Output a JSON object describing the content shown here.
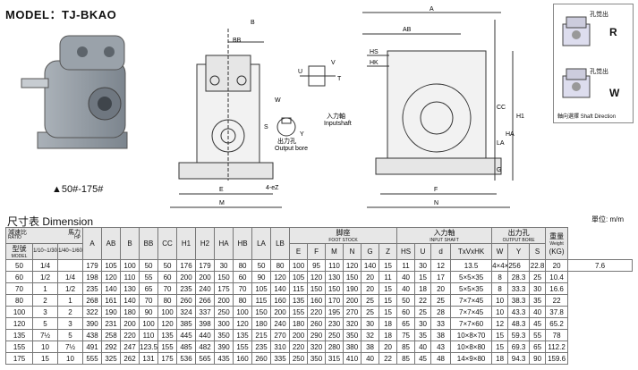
{
  "title": "MODEL：TJ-BKAO",
  "range_label": "▲50#-175#",
  "drawing_labels": {
    "A": "A",
    "AB": "AB",
    "BB": "BB",
    "B": "B",
    "E": "E",
    "M": "M",
    "eZ": "4-eZ",
    "HS": "HS",
    "HK": "HK",
    "F": "F",
    "N": "N",
    "G": "G",
    "LA": "LA",
    "HA": "HA",
    "H1": "H1",
    "CC": "CC",
    "U": "U",
    "V": "V",
    "T": "T",
    "W": "W",
    "Y": "Y",
    "S": "S",
    "input_cn": "入力軸",
    "input_en": "Inputshaft",
    "output_cn": "出力孔",
    "output_en": "Output bore"
  },
  "side_labels": {
    "output_hole_cn": "孔觉出",
    "R": "R",
    "W": "W",
    "direction_cn": "軸向選擇",
    "direction_en": "Shaft Direction"
  },
  "dimension_header": "尺寸表  Dimension",
  "unit": "單位: m/m",
  "table": {
    "ratio_cn": "減速比",
    "ratio_en": "RATIO",
    "hp_cn": "馬力",
    "hp_en": "HP",
    "model_cn": "型號",
    "model_en": "MODEL",
    "ratio_a": "1/10~1/30",
    "ratio_b": "1/40~1/60",
    "cols": [
      "A",
      "AB",
      "B",
      "BB",
      "CC",
      "H1",
      "H2",
      "HA",
      "HB",
      "LA",
      "LB"
    ],
    "foot_cn": "脚座",
    "foot_en": "FOOT STOCK",
    "foot_cols": [
      "E",
      "F",
      "M",
      "N",
      "G",
      "Z"
    ],
    "input_cn": "入力軸",
    "input_en": "INPUT SHAFT",
    "input_cols": [
      "HS",
      "U",
      "d",
      "TxVxHK"
    ],
    "output_cn": "出力孔",
    "output_en": "OUTPUT BORE",
    "output_cols": [
      "W",
      "Y",
      "S"
    ],
    "weight_cn": "重量",
    "weight_en": "Weight",
    "weight_unit": "(KG)",
    "rows": [
      [
        "50",
        "1/4",
        "",
        "179",
        "105",
        "100",
        "50",
        "50",
        "176",
        "179",
        "30",
        "80",
        "50",
        "80",
        "100",
        "95",
        "110",
        "120",
        "140",
        "15",
        "11",
        "30",
        "12",
        "13.5",
        "4×4×25",
        "6",
        "22.8",
        "20",
        "7.6"
      ],
      [
        "60",
        "1/2",
        "1/4",
        "198",
        "120",
        "110",
        "55",
        "60",
        "200",
        "200",
        "150",
        "60",
        "90",
        "120",
        "105",
        "120",
        "130",
        "150",
        "20",
        "11",
        "40",
        "15",
        "17",
        "5×5×35",
        "8",
        "28.3",
        "25",
        "10.4"
      ],
      [
        "70",
        "1",
        "1/2",
        "235",
        "140",
        "130",
        "65",
        "70",
        "235",
        "240",
        "175",
        "70",
        "105",
        "140",
        "115",
        "150",
        "150",
        "190",
        "20",
        "15",
        "40",
        "18",
        "20",
        "5×5×35",
        "8",
        "33.3",
        "30",
        "16.6"
      ],
      [
        "80",
        "2",
        "1",
        "268",
        "161",
        "140",
        "70",
        "80",
        "260",
        "266",
        "200",
        "80",
        "115",
        "160",
        "135",
        "160",
        "170",
        "200",
        "25",
        "15",
        "50",
        "22",
        "25",
        "7×7×45",
        "10",
        "38.3",
        "35",
        "22"
      ],
      [
        "100",
        "3",
        "2",
        "322",
        "190",
        "180",
        "90",
        "100",
        "324",
        "337",
        "250",
        "100",
        "150",
        "200",
        "155",
        "220",
        "195",
        "270",
        "25",
        "15",
        "60",
        "25",
        "28",
        "7×7×45",
        "10",
        "43.3",
        "40",
        "37.8"
      ],
      [
        "120",
        "5",
        "3",
        "390",
        "231",
        "200",
        "100",
        "120",
        "385",
        "398",
        "300",
        "120",
        "180",
        "240",
        "180",
        "260",
        "230",
        "320",
        "30",
        "18",
        "65",
        "30",
        "33",
        "7×7×60",
        "12",
        "48.3",
        "45",
        "65.2"
      ],
      [
        "135",
        "7½",
        "5",
        "438",
        "258",
        "220",
        "110",
        "135",
        "445",
        "440",
        "350",
        "135",
        "215",
        "270",
        "200",
        "290",
        "250",
        "350",
        "32",
        "18",
        "75",
        "35",
        "38",
        "10×8×70",
        "15",
        "59.3",
        "55",
        "78"
      ],
      [
        "155",
        "10",
        "7½",
        "491",
        "292",
        "247",
        "123.5",
        "155",
        "485",
        "482",
        "390",
        "155",
        "235",
        "310",
        "220",
        "320",
        "280",
        "380",
        "38",
        "20",
        "85",
        "40",
        "43",
        "10×8×80",
        "15",
        "69.3",
        "65",
        "112.2"
      ],
      [
        "175",
        "15",
        "10",
        "555",
        "325",
        "262",
        "131",
        "175",
        "536",
        "565",
        "435",
        "160",
        "260",
        "335",
        "250",
        "350",
        "315",
        "410",
        "40",
        "22",
        "85",
        "45",
        "48",
        "14×9×80",
        "18",
        "94.3",
        "90",
        "159.6"
      ]
    ]
  }
}
